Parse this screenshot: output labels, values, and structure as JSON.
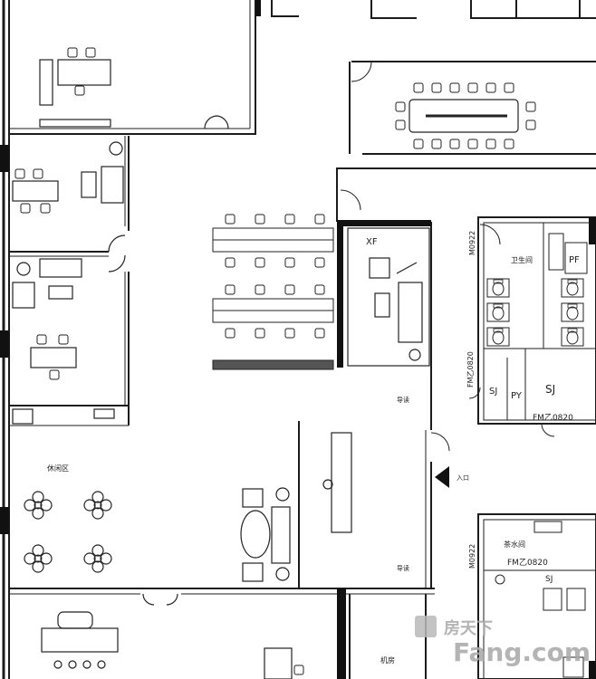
{
  "labels": {
    "xf": "XF",
    "pf": "PF",
    "toilet": "卫生间",
    "sj_small": "SJ",
    "py": "PY",
    "sj_large": "SJ",
    "door_fm_sj": "FM乙0820",
    "door_m0922_top": "M0922",
    "door_fm_side": "FM乙0820",
    "door_m0922_bottom": "M0922",
    "tea_room": "茶水间",
    "door_fm_tea": "FM乙0820",
    "sj_tea": "SJ",
    "rest_area": "休闲区",
    "exit_top": "导读",
    "exit_bottom": "导读",
    "entry_arrow": "入口",
    "machine_room": "机房",
    "watermark_cn": "房天下",
    "watermark_en": "Fang.com"
  },
  "colors": {
    "line": "#1c1c1c",
    "wall_fill": "#111111",
    "watermark": "#b9b9b9",
    "background": "#ffffff"
  }
}
